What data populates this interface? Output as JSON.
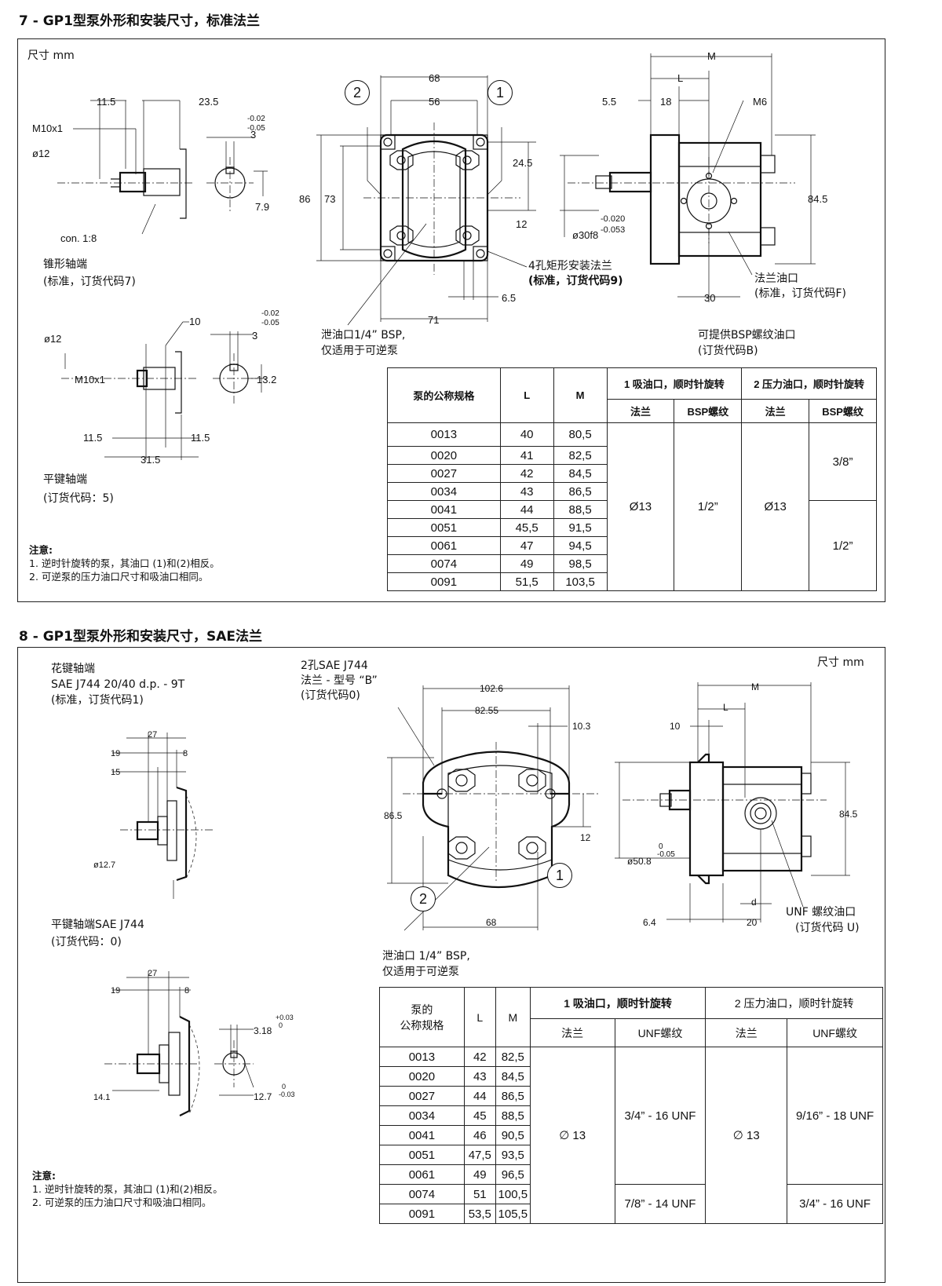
{
  "section7": {
    "title": "7 - GP1型泵外形和安装尺寸，标准法兰",
    "units": "尺寸 mm",
    "dims": {
      "d11_5": "11.5",
      "d23_5": "23.5",
      "m10x1": "M10x1",
      "o12": "ø12",
      "tol_a": "-0.02",
      "tol_b": "-0.05",
      "d3": "3",
      "d7_9": "7.9",
      "con": "con. 1:8",
      "d68": "68",
      "d56": "56",
      "d86": "86",
      "d73": "73",
      "d24_5": "24.5",
      "d12": "12",
      "d6_5": "6.5",
      "d71": "71",
      "dM": "M",
      "dL": "L",
      "d5_5": "5.5",
      "d18": "18",
      "m6": "M6",
      "d84_5": "84.5",
      "tol_c": "-0.020",
      "tol_d": "-0.053",
      "o30f8": "ø30f8",
      "d30": "30",
      "d10": "10",
      "d13_2": "13.2",
      "d31_5": "31.5",
      "c1": "1",
      "c2": "2"
    },
    "labels": {
      "taper_shaft": "锥形轴端",
      "taper_code": "(标准，订货代码7)",
      "flange4": "4孔矩形安装法兰",
      "flange4_code": "(标准，订货代码9)",
      "flange_port": "法兰油口",
      "flange_port_code": "(标准，订货代码F)",
      "drain1": "泄油口1/4” BSP,",
      "drain2": "仅适用于可逆泵",
      "bsp1": "可提供BSP螺纹油口",
      "bsp2": "(订货代码B)",
      "key_shaft": "平键轴端",
      "key_code": "(订货代码：5)"
    },
    "notes": {
      "title": "注意:",
      "n1": "1.  逆时针旋转的泵，其油口 (1)和(2)相反。",
      "n2": "2.  可逆泵的压力油口尺寸和吸油口相同。"
    },
    "table": {
      "h_size": "泵的公称规格",
      "h_L": "L",
      "h_M": "M",
      "h_in": "1 吸油口，顺时针旋转",
      "h_out": "2 压力油口，顺时针旋转",
      "h_flange": "法兰",
      "h_bsp": "BSP螺纹",
      "rows": [
        [
          "0013",
          "40",
          "80,5"
        ],
        [
          "0020",
          "41",
          "82,5"
        ],
        [
          "0027",
          "42",
          "84,5"
        ],
        [
          "0034",
          "43",
          "86,5"
        ],
        [
          "0041",
          "44",
          "88,5"
        ],
        [
          "0051",
          "45,5",
          "91,5"
        ],
        [
          "0061",
          "47",
          "94,5"
        ],
        [
          "0074",
          "49",
          "98,5"
        ],
        [
          "0091",
          "51,5",
          "103,5"
        ]
      ],
      "in_flange": "Ø13",
      "in_bsp": "1/2”",
      "out_flange": "Ø13",
      "out_bsp_a": "3/8”",
      "out_bsp_b": "1/2”"
    }
  },
  "section8": {
    "title": "8 - GP1型泵外形和安装尺寸，SAE法兰",
    "units": "尺寸 mm",
    "labels": {
      "spline1": "花键轴端",
      "spline2": "SAE J744 20/40 d.p. - 9T",
      "spline3": "(标准，订货代码1)",
      "sae1": "2孔SAE J744",
      "sae2": "法兰 - 型号 “B”",
      "sae3": "(订货代码0)",
      "key1": "平键轴端SAE J744",
      "key2": "(订货代码：0)",
      "drain1": "泄油口 1/4” BSP,",
      "drain2": "仅适用于可逆泵",
      "unf1": "UNF 螺纹油口",
      "unf2": "(订货代码 U)"
    },
    "dims": {
      "d27": "27",
      "d19": "19",
      "d8": "8",
      "d15": "15",
      "o12_7": "ø12.7",
      "d102_6": "102.6",
      "d82_55": "82.55",
      "d10_3": "10.3",
      "d86_5": "86.5",
      "d12": "12",
      "d68": "68",
      "dM": "M",
      "dL": "L",
      "d10": "10",
      "d84_5": "84.5",
      "o50_8": "ø50.8",
      "tol0": "0",
      "tol05": "-0.05",
      "dd": "d",
      "d6_4": "6.4",
      "d20": "20",
      "d3_18": "3.18",
      "tolp03": "+0.03",
      "tol00": "0",
      "d14_1": "14.1",
      "d12_7": "12.7",
      "tolm03": "-0.03",
      "c1": "1",
      "c2": "2"
    },
    "notes": {
      "title": "注意:",
      "n1": "1.  逆时针旋转的泵，其油口 (1)和(2)相反。",
      "n2": "2.  可逆泵的压力油口尺寸和吸油口相同。"
    },
    "table": {
      "h_size1": "泵的",
      "h_size2": "公称规格",
      "h_L": "L",
      "h_M": "M",
      "h_in": "1 吸油口，顺时针旋转",
      "h_out": "2 压力油口，顺时针旋转",
      "h_flange": "法兰",
      "h_unf": "UNF螺纹",
      "rows": [
        [
          "0013",
          "42",
          "82,5"
        ],
        [
          "0020",
          "43",
          "84,5"
        ],
        [
          "0027",
          "44",
          "86,5"
        ],
        [
          "0034",
          "45",
          "88,5"
        ],
        [
          "0041",
          "46",
          "90,5"
        ],
        [
          "0051",
          "47,5",
          "93,5"
        ],
        [
          "0061",
          "49",
          "96,5"
        ],
        [
          "0074",
          "51",
          "100,5"
        ],
        [
          "0091",
          "53,5",
          "105,5"
        ]
      ],
      "in_flange": "∅ 13",
      "in_unf_a": "3/4” - 16 UNF",
      "in_unf_b": "7/8” - 14 UNF",
      "out_flange": "∅ 13",
      "out_unf_a": "9/16” - 18 UNF",
      "out_unf_b": "3/4” - 16 UNF"
    }
  }
}
